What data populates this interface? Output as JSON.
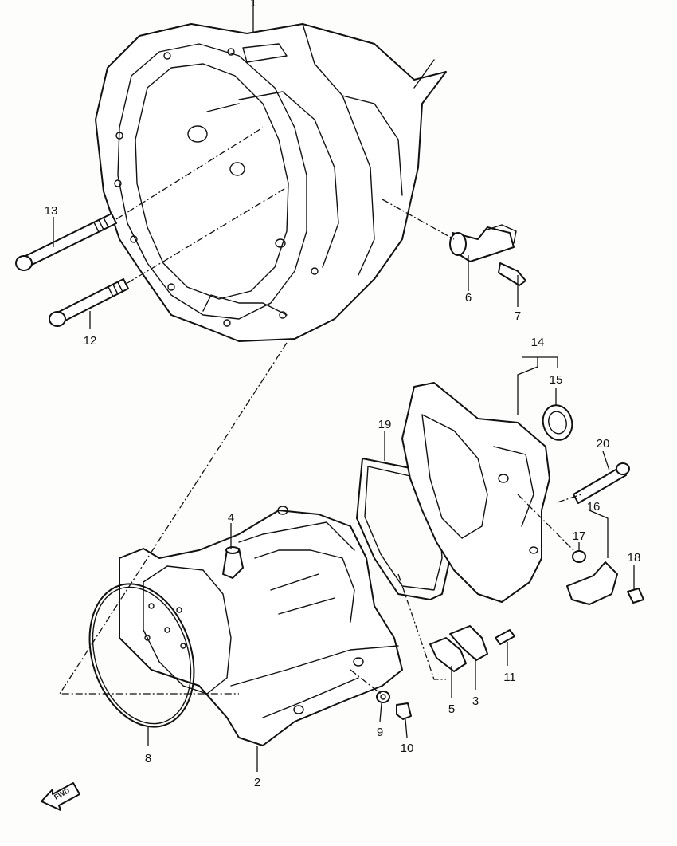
{
  "diagram": {
    "callouts": [
      "1",
      "2",
      "3",
      "4",
      "5",
      "6",
      "7",
      "8",
      "9",
      "10",
      "11",
      "12",
      "13",
      "14",
      "15",
      "16",
      "17",
      "18",
      "19",
      "20"
    ],
    "direction_label": "FWD",
    "line_color": "#111111",
    "background": "#fdfdfb"
  }
}
